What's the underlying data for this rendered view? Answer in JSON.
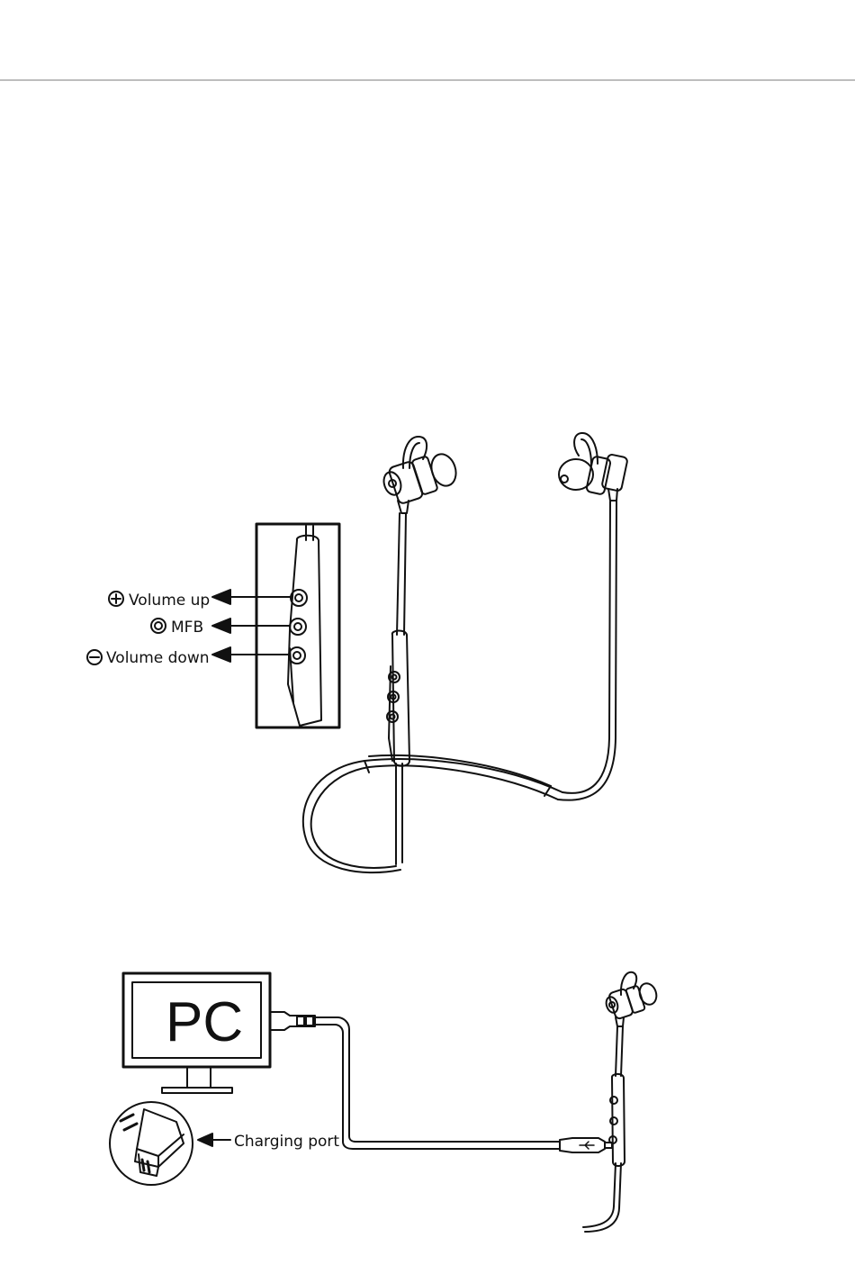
{
  "figure1": {
    "callouts": {
      "volume_up": "Volume up",
      "mfb": "MFB",
      "volume_down": "Volume down"
    },
    "icons": {
      "volume_up": "plus-circle-icon",
      "mfb": "ring-icon",
      "volume_down": "minus-circle-icon"
    }
  },
  "figure2": {
    "monitor_text": "PC",
    "charging_port_label": "Charging port",
    "icons": {
      "usb": "usb-icon",
      "charger": "wall-charger-icon"
    }
  }
}
